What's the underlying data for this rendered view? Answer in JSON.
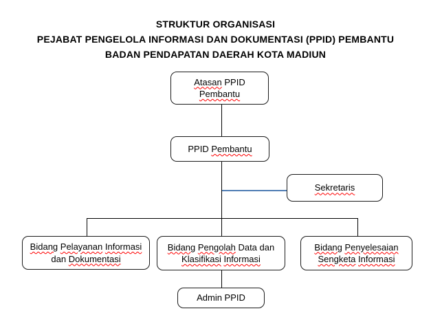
{
  "title": {
    "line1": "STRUKTUR ORGANISASI",
    "line2": "PEJABAT PENGELOLA INFORMASI DAN DOKUMENTASI (PPID) PEMBANTU",
    "line3": "BADAN PENDAPATAN DAERAH KOTA MADIUN"
  },
  "colors": {
    "connector": "#000000",
    "sekretaris_connector": "#4E7CB4",
    "spellcheck_underline": "#FF0000",
    "box_border": "#1A1A1A",
    "background": "#FFFFFF"
  },
  "nodes": {
    "atasan": {
      "name": "Atasan PPID Pembantu",
      "lines": [
        [
          {
            "t": "Atasan",
            "w": true
          },
          {
            "t": " PPID"
          }
        ],
        [
          {
            "t": "Pembantu",
            "w": true
          }
        ]
      ]
    },
    "ppid": {
      "name": "PPID Pembantu",
      "lines": [
        [
          {
            "t": "PPID "
          },
          {
            "t": "Pembantu",
            "w": true
          }
        ]
      ]
    },
    "sekretaris": {
      "name": "Sekretaris",
      "lines": [
        [
          {
            "t": "Sekretaris",
            "w": true
          }
        ]
      ]
    },
    "bidang_pelayanan": {
      "name": "Bidang Pelayanan Informasi dan Dokumentasi",
      "lines": [
        [
          {
            "t": "Bidang",
            "w": true
          },
          {
            "t": " "
          },
          {
            "t": "Pelayanan",
            "w": true
          },
          {
            "t": " "
          },
          {
            "t": "Informasi",
            "w": true
          }
        ],
        [
          {
            "t": "dan "
          },
          {
            "t": "Dokumentasi",
            "w": true
          }
        ]
      ]
    },
    "bidang_pengolah": {
      "name": "Bidang Pengolah Data dan Klasifikasi Informasi",
      "lines": [
        [
          {
            "t": "Bidang",
            "w": true
          },
          {
            "t": " "
          },
          {
            "t": "Pengolah",
            "w": true
          },
          {
            "t": " Data dan"
          }
        ],
        [
          {
            "t": "Klasifikasi",
            "w": true
          },
          {
            "t": " "
          },
          {
            "t": "Informasi",
            "w": true
          }
        ]
      ]
    },
    "bidang_penyelesaian": {
      "name": "Bidang Penyelesaian Sengketa Informasi",
      "lines": [
        [
          {
            "t": "Bidang",
            "w": true
          },
          {
            "t": " "
          },
          {
            "t": "Penyelesaian",
            "w": true
          }
        ],
        [
          {
            "t": "Sengketa",
            "w": true
          },
          {
            "t": " "
          },
          {
            "t": "Informasi",
            "w": true
          }
        ]
      ]
    },
    "admin": {
      "name": "Admin PPID",
      "lines": [
        [
          {
            "t": "Admin PPID"
          }
        ]
      ]
    }
  }
}
